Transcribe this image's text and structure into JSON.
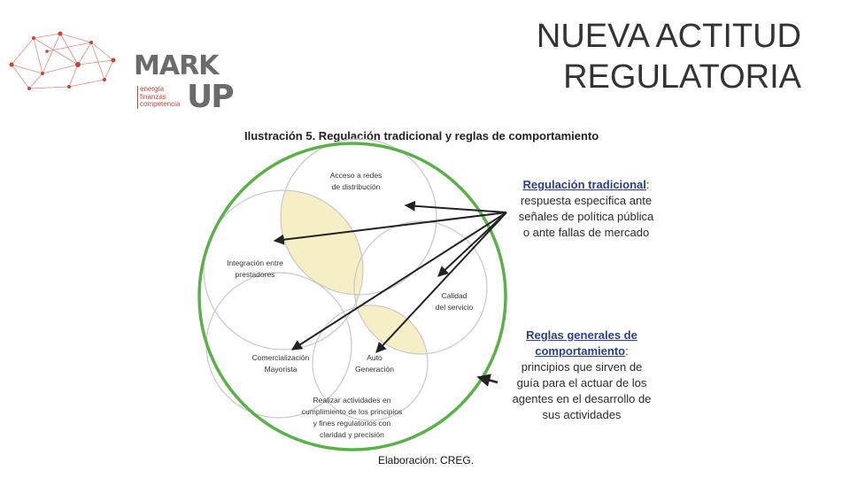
{
  "logo": {
    "wordmark_top": "MARK",
    "wordmark_bottom": "UP",
    "tagline": [
      "energía",
      "finanzas",
      "competencia"
    ],
    "accent_color": "#c2453b"
  },
  "slide": {
    "title_line1": "NUEVA ACTITUD",
    "title_line2": "REGULATORIA"
  },
  "figure": {
    "caption": "Ilustración 5. Regulación tradicional y reglas de comportamiento",
    "credit": "Elaboración: CREG.",
    "outer_circle_color": "#5bb04a",
    "overlap_fill_color": "#f6efc6",
    "areas": {
      "acceso": [
        "Acceso a redes",
        "de distribución"
      ],
      "integracion": [
        "Integración entre",
        "prestadores"
      ],
      "calidad": [
        "Calidad",
        "del servicio"
      ],
      "comercializacion": [
        "Comercialización",
        "Mayorista"
      ],
      "autogeneracion": [
        "Auto",
        "Generación"
      ],
      "principios": [
        "Realizar actividades en",
        "cumplimiento de los principios",
        "y fines regulatorios con",
        "claridad y precisión"
      ]
    },
    "regulacion_tradicional": {
      "heading": "Regulación tradicional",
      "lines": [
        "respuesta específica ante",
        "señales de política pública",
        "o ante fallas de mercado"
      ]
    },
    "reglas_generales": {
      "heading_line1": "Reglas generales de",
      "heading_line2": "comportamiento",
      "lines": [
        "principios que sirven de",
        "guía para el actuar de los",
        "agentes en el desarrollo de",
        "sus actividades"
      ]
    }
  }
}
